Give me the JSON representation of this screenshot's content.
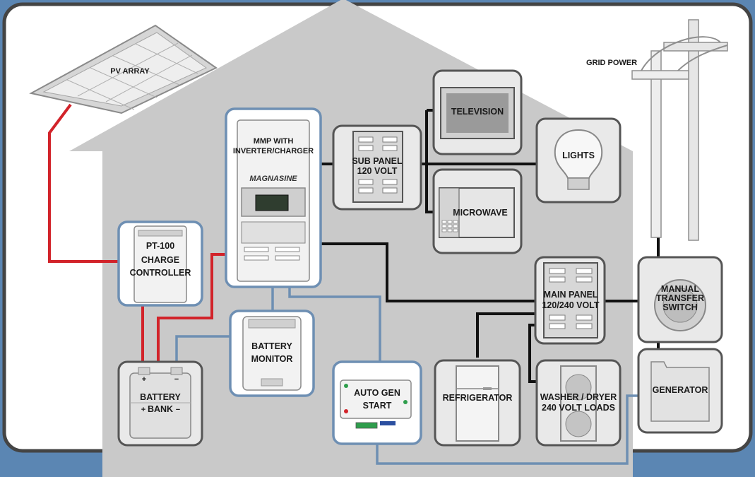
{
  "labels": {
    "pv_array": "PV ARRAY",
    "grid_power": "GRID POWER",
    "mmp_line1": "MMP WITH",
    "mmp_line2": "INVERTER/CHARGER",
    "magnasine": "MAGNASINE",
    "sub_panel_line1": "SUB PANEL",
    "sub_panel_line2": "120 VOLT",
    "television": "TELEVISION",
    "lights": "LIGHTS",
    "microwave": "MICROWAVE",
    "pt100_line1": "PT-100",
    "pt100_line2": "CHARGE",
    "pt100_line3": "CONTROLLER",
    "main_panel_line1": "MAIN PANEL",
    "main_panel_line2": "120/240 VOLT",
    "transfer_line1": "MANUAL",
    "transfer_line2": "TRANSFER",
    "transfer_line3": "SWITCH",
    "battery_monitor_line1": "BATTERY",
    "battery_monitor_line2": "MONITOR",
    "battery_bank_line1": "BATTERY",
    "battery_bank_line2": "BANK",
    "battery_plus": "+",
    "battery_minus": "−",
    "auto_gen_line1": "AUTO GEN",
    "auto_gen_line2": "START",
    "refrigerator": "REFRIGERATOR",
    "washer_line1": "WASHER / DRYER",
    "washer_line2": "240 VOLT LOADS",
    "generator": "GENERATOR"
  },
  "colors": {
    "background": "#5b86b3",
    "house": "#c9c9c9",
    "dc_wire": "#d2232a",
    "ac_wire": "#111111",
    "comm_wire": "#6e8fb3"
  }
}
